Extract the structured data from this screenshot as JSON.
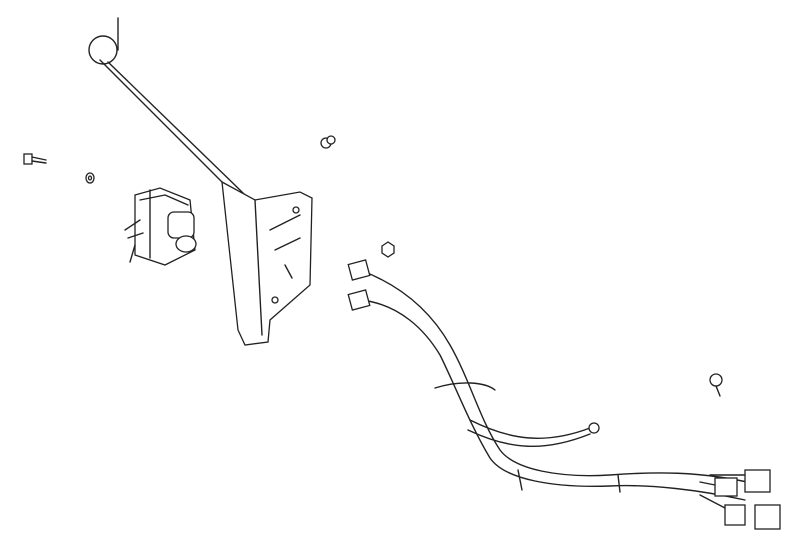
{
  "diagram": {
    "style": "exploded-parts-line-drawing",
    "colors": {
      "line": "#222222",
      "background": "#ffffff"
    },
    "parts": [
      "bracket-rod",
      "mounting-plate",
      "switch-assembly",
      "bolt",
      "washer",
      "nut-top",
      "nut-middle",
      "wiring-harness",
      "grommet"
    ]
  }
}
